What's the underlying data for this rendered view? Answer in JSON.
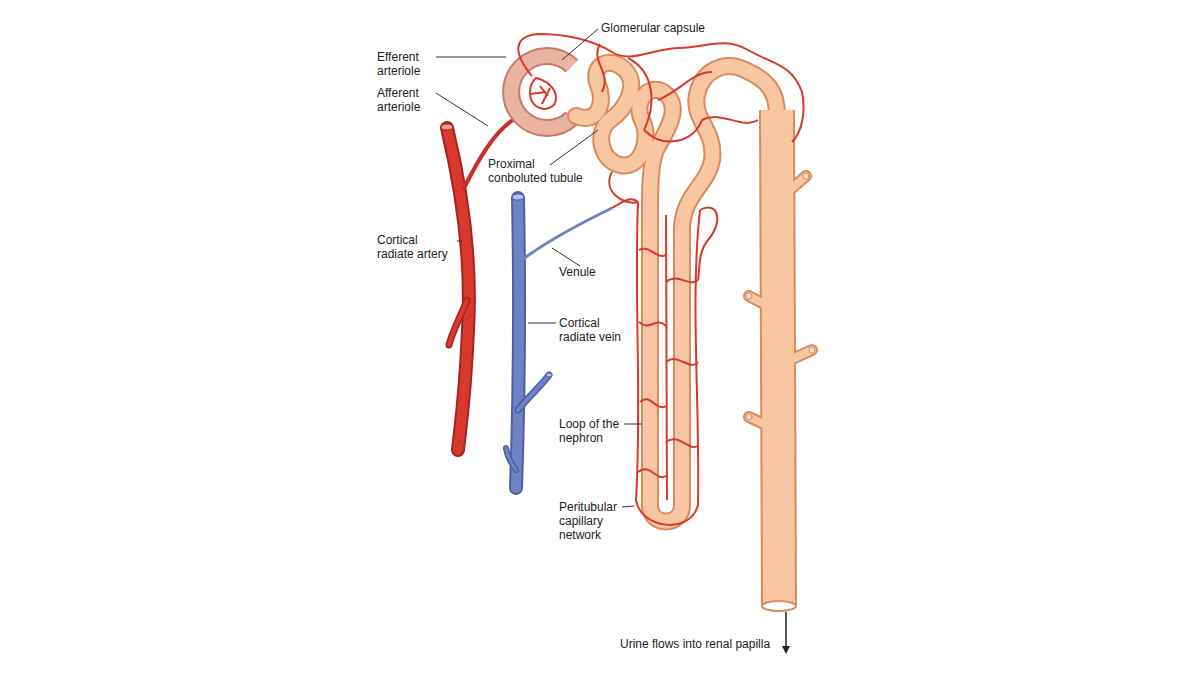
{
  "diagram": {
    "labels": [
      "Glomerular capsule",
      "Efferent arteriole",
      "Afferent arteriole",
      "Proximal conboluted tubule",
      "Cortical radiate artery",
      "Venule",
      "Cortical radiate vein",
      "Loop of the nephron",
      "Peritubular capillary network",
      "Urine flows into renal papilla"
    ]
  }
}
